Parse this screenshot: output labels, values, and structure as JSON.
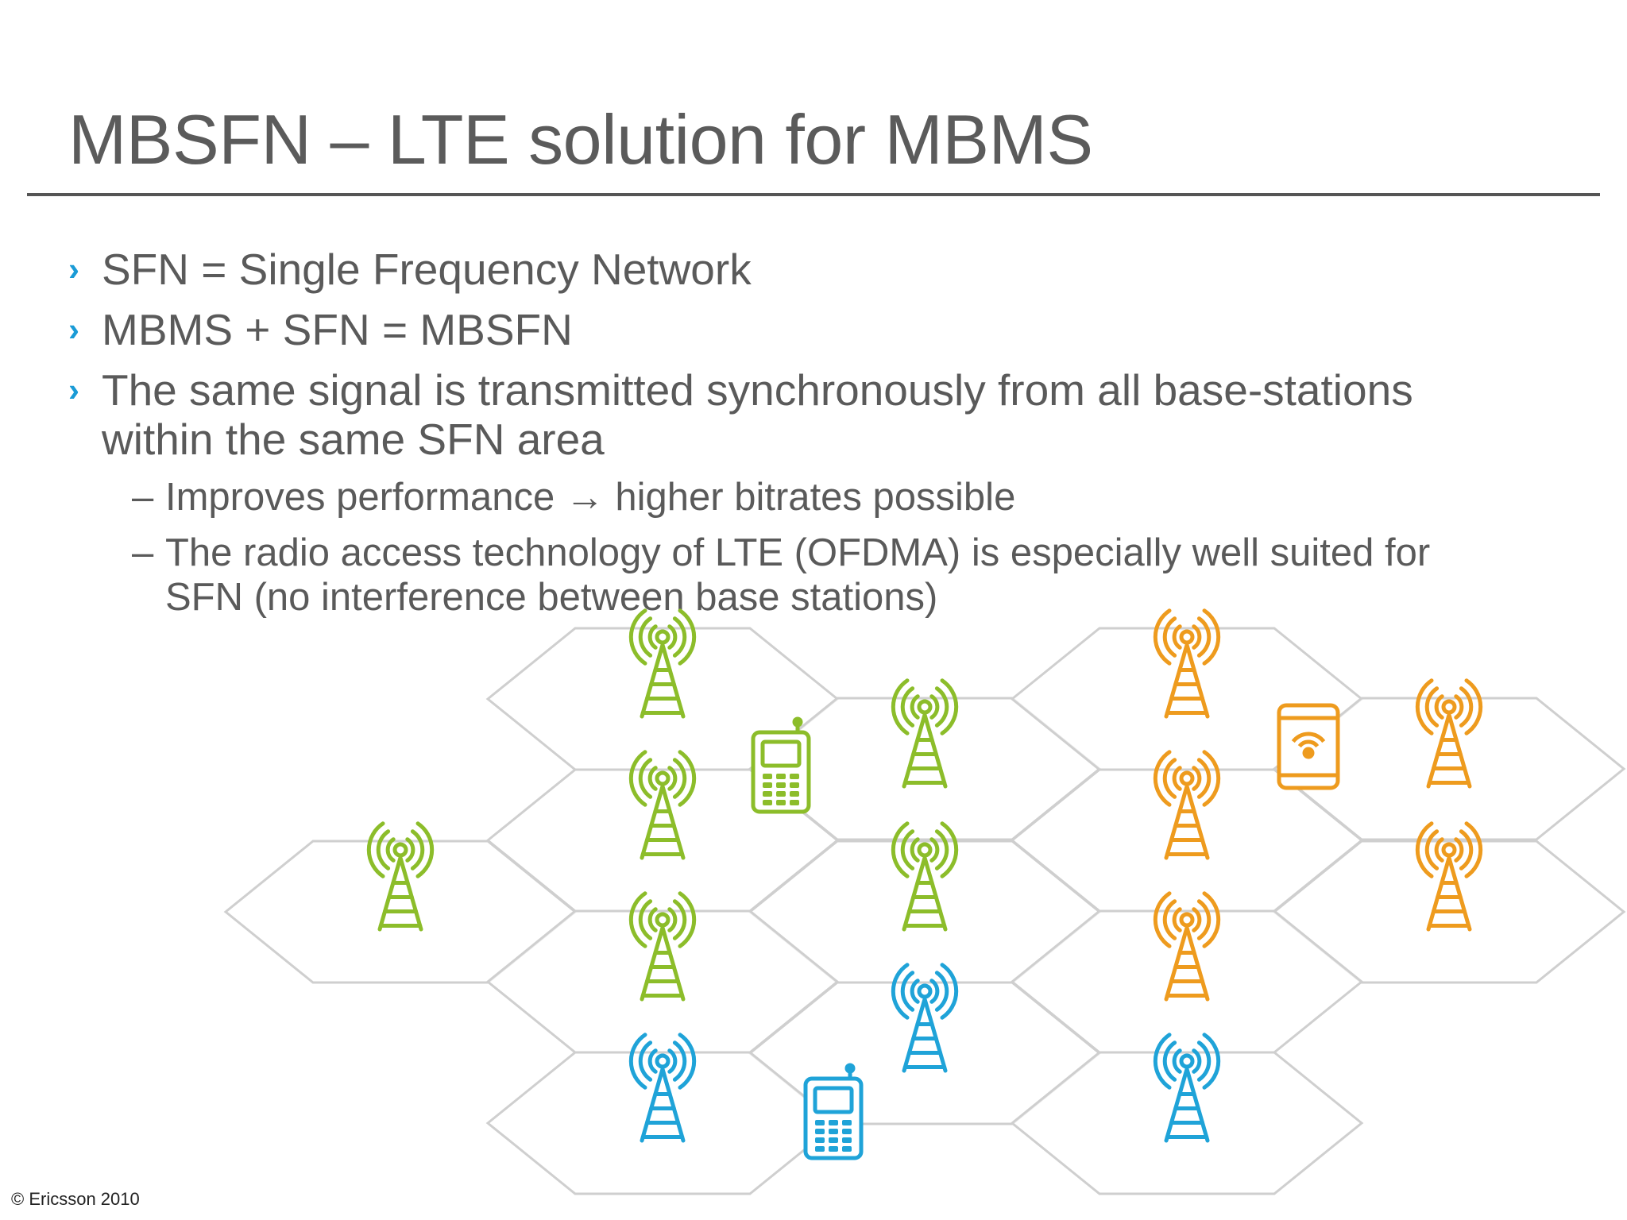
{
  "slide": {
    "title": "MBSFN – LTE solution for MBMS",
    "bullets": [
      {
        "marker": "›",
        "text": "SFN = Single Frequency Network"
      },
      {
        "marker": "›",
        "text": "MBMS + SFN = MBSFN"
      },
      {
        "marker": "›",
        "line1": "The same signal is transmitted synchronously from all base-stations",
        "line2": "within the same SFN area"
      }
    ],
    "sub_bullets": [
      {
        "dash": "–",
        "text": "Improves performance → higher bitrates possible"
      },
      {
        "dash": "–",
        "line1": "The radio access technology of LTE (OFDMA) is especially well suited for",
        "line2": "SFN (no interference between base stations)"
      }
    ],
    "footer": "© Ericsson 2010"
  },
  "colors": {
    "title": "#5b5b5b",
    "text": "#5a5a5a",
    "bullet_marker": "#1a9bd6",
    "hex_stroke": "#cfcfcf",
    "green_area": "#8cbd2a",
    "orange_area": "#ee9b1e",
    "blue_area": "#1fa3d8"
  },
  "diagram": {
    "cells": [
      {
        "area": "green",
        "tower": "tower-icon"
      },
      {
        "area": "green",
        "tower": "tower-icon"
      },
      {
        "area": "green",
        "tower": "tower-icon"
      },
      {
        "area": "green",
        "tower": "tower-icon"
      },
      {
        "area": "green",
        "tower": "tower-icon"
      },
      {
        "area": "green",
        "tower": "tower-icon"
      },
      {
        "area": "orange",
        "tower": "tower-icon"
      },
      {
        "area": "orange",
        "tower": "tower-icon"
      },
      {
        "area": "orange",
        "tower": "tower-icon"
      },
      {
        "area": "orange",
        "tower": "tower-icon"
      },
      {
        "area": "orange",
        "tower": "tower-icon"
      },
      {
        "area": "blue",
        "tower": "tower-icon"
      },
      {
        "area": "blue",
        "tower": "tower-icon"
      },
      {
        "area": "blue",
        "tower": "tower-icon"
      }
    ],
    "devices": [
      {
        "type": "mobile-phone-icon",
        "area": "green"
      },
      {
        "type": "tablet-icon",
        "area": "orange"
      },
      {
        "type": "mobile-phone-icon",
        "area": "blue"
      }
    ]
  }
}
